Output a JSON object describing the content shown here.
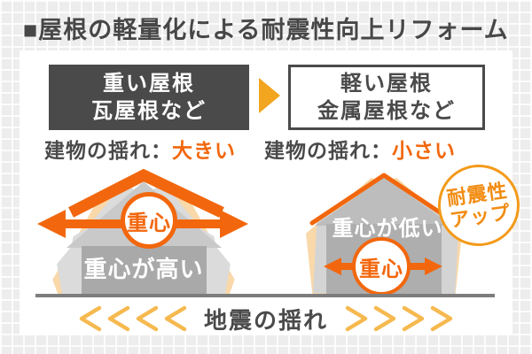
{
  "title": "■屋根の軽量化による耐震性向上リフォーム",
  "comparison": {
    "heavy": {
      "line1": "重い屋根",
      "line2": "瓦屋根など",
      "shake_label": "建物の揺れ：",
      "shake_value": "大きい"
    },
    "light": {
      "line1": "軽い屋根",
      "line2": "金属屋根など",
      "shake_label": "建物の揺れ：",
      "shake_value": "小さい"
    }
  },
  "houses": {
    "heavy": {
      "cog_label": "重心",
      "caption": "重心が高い"
    },
    "light": {
      "cog_label": "重心",
      "caption": "重心が低い"
    }
  },
  "badge": {
    "line1": "耐震性",
    "line2": "アップ"
  },
  "quake": {
    "label": "地震の揺れ",
    "left_arrows": "＜＜＜＜",
    "right_arrows": "＞＞＞＞"
  },
  "colors": {
    "dark_gray": "#4a4a4a",
    "orange": "#f2670d",
    "amber": "#f2a51e",
    "badge_orange": "#f39a1a",
    "chevron_amber": "#f6b94f",
    "peach_ghost": "#f9d8a9",
    "light_gray_ghost": "#d9d9d9",
    "house_gray": "#aaaaaa",
    "gable_gray": "#c9c9c9",
    "ground_gray": "#7d7d7d",
    "background": "#ededed",
    "panel": "#ffffff"
  }
}
